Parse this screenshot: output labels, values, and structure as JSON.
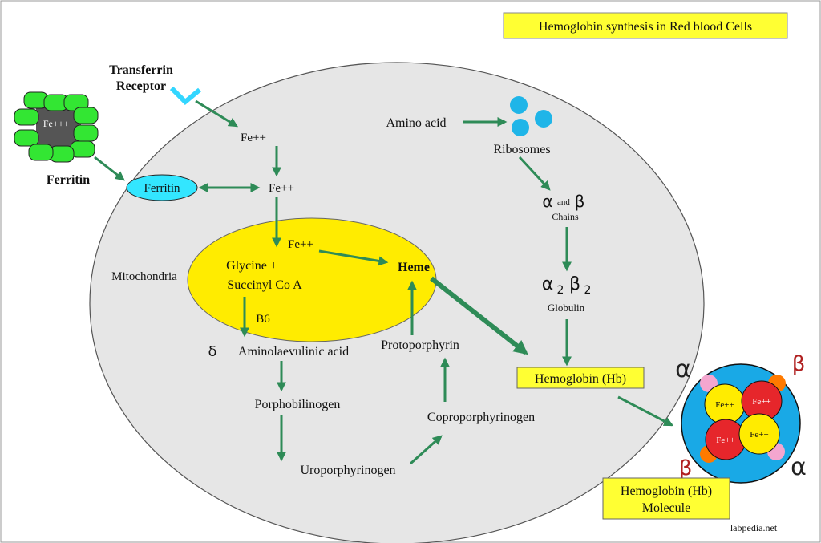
{
  "title": "Hemoglobin synthesis in Red blood Cells",
  "watermark": "labpedia.net",
  "colors": {
    "cell": "#e6e6e6",
    "mitochondria": "#ffec00",
    "arrow": "#2e8b57",
    "ribosome": "#1fb5e8",
    "ferritin_shell": "#33e633",
    "hb_molecule_bg": "#19a9e6",
    "heme_yellow": "#ffec00",
    "heme_red": "#e6262b",
    "label_box": "#ffff33"
  },
  "outside": {
    "transferrin_receptor": [
      "Transferrin",
      "Receptor"
    ],
    "ferritin_label": "Ferritin",
    "ferritin_core": "Fe+++"
  },
  "iron": {
    "fe1": "Fe++",
    "fe2": "Fe++",
    "ferritin_oval": "Ferritin"
  },
  "mitochondria": {
    "label": "Mitochondria",
    "fe": "Fe++",
    "glycine": "Glycine +",
    "succinyl": "Succinyl Co A",
    "b6": "B6",
    "heme": "Heme"
  },
  "porphyrin": {
    "delta": "δ",
    "ala": "Aminolaevulinic acid",
    "pbg": "Porphobilinogen",
    "uro": "Uroporphyrinogen",
    "copro": "Coproporphyrinogen",
    "proto": "Protoporphyrin"
  },
  "globin": {
    "amino_acid": "Amino acid",
    "ribosomes": "Ribosomes",
    "alpha": "α",
    "and": "and",
    "beta": "β",
    "chains": "Chains",
    "a2": "α",
    "sub2a": "2",
    "b2": "β",
    "sub2b": "2",
    "globulin": "Globulin"
  },
  "hemoglobin_label": "Hemoglobin (Hb)",
  "molecule": {
    "label_line1": "Hemoglobin (Hb)",
    "label_line2": "Molecule",
    "alpha_top": "α",
    "beta_top": "β",
    "beta_bottom": "β",
    "alpha_bottom": "α",
    "fe": "Fe++"
  }
}
